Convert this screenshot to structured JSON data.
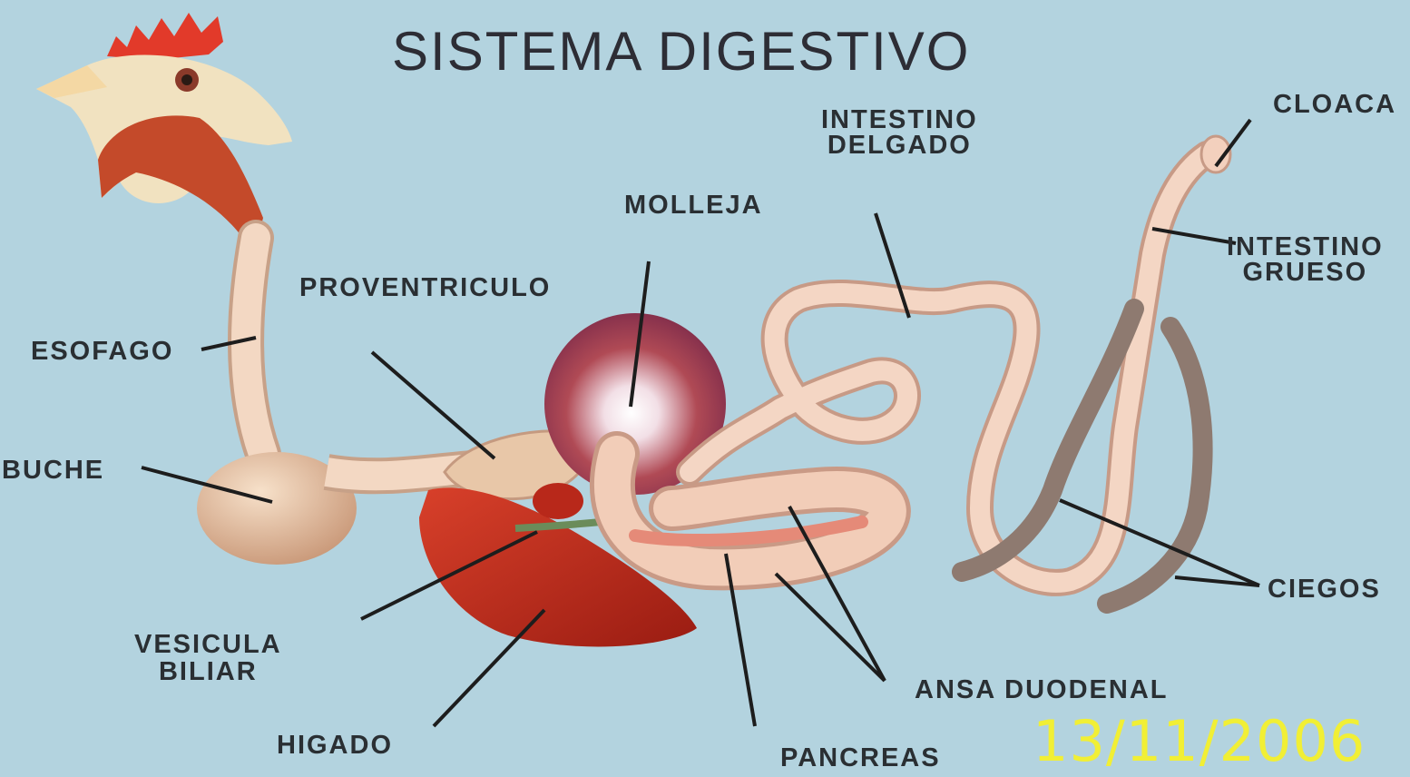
{
  "title": "SISTEMA DIGESTIVO",
  "labels": {
    "esofago": "ESOFAGO",
    "buche": "BUCHE",
    "proventriculo": "PROVENTRICULO",
    "molleja": "MOLLEJA",
    "intestino_delgado": [
      "INTESTINO",
      "DELGADO"
    ],
    "cloaca": "CLOACA",
    "intestino_grueso": [
      "INTESTINO",
      "GRUESO"
    ],
    "ciegos": "CIEGOS",
    "ansa_duodenal": "ANSA DUODENAL",
    "pancreas": "PANCREAS",
    "higado": "HIGADO",
    "vesicula_biliar": [
      "VESICULA",
      "BILIAR"
    ]
  },
  "date_stamp": "13/11/2006",
  "colors": {
    "background": "#b3d3df",
    "tube": "#efc9ad",
    "liver": "#b8281a",
    "gizzard": "#a8303a",
    "leader_line": "#1d1d1d",
    "date_stamp": "#f1ef35"
  }
}
